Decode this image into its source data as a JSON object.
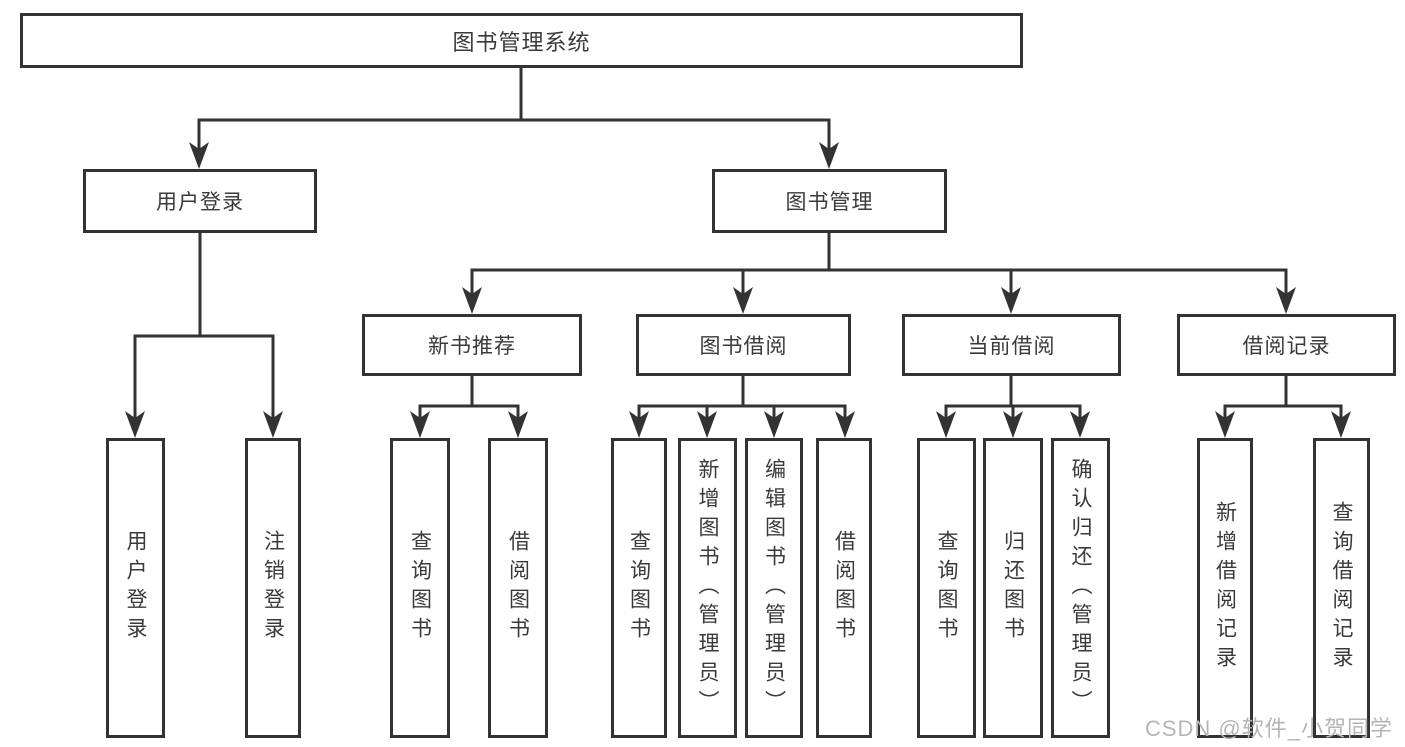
{
  "diagram": {
    "title": "图书管理系统",
    "root": {
      "label": "图书管理系统"
    },
    "branches": [
      {
        "label": "用户登录",
        "children": [
          {
            "label": "用户登录"
          },
          {
            "label": "注销登录"
          }
        ]
      },
      {
        "label": "图书管理",
        "children": [
          {
            "label": "新书推荐",
            "children": [
              {
                "label": "查询图书"
              },
              {
                "label": "借阅图书"
              }
            ]
          },
          {
            "label": "图书借阅",
            "children": [
              {
                "label": "查询图书"
              },
              {
                "label": "新增图书（管理员）"
              },
              {
                "label": "编辑图书（管理员）"
              },
              {
                "label": "借阅图书"
              }
            ]
          },
          {
            "label": "当前借阅",
            "children": [
              {
                "label": "查询图书"
              },
              {
                "label": "归还图书"
              },
              {
                "label": "确认归还（管理员）"
              }
            ]
          },
          {
            "label": "借阅记录",
            "children": [
              {
                "label": "新增借阅记录"
              },
              {
                "label": "查询借阅记录"
              }
            ]
          }
        ]
      }
    ]
  },
  "watermark": {
    "text": "CSDN @软件_小贺同学"
  },
  "colors": {
    "line": "#333333",
    "border": "#333333",
    "text": "#3a3a3a",
    "box_fill": "#ffffff",
    "watermark": "#b5b5b5"
  }
}
